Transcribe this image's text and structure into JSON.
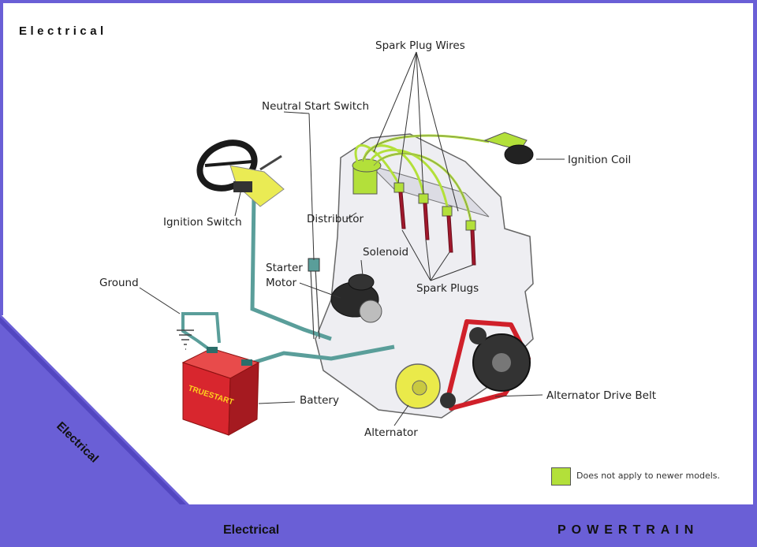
{
  "header": {
    "title": "Electrical"
  },
  "footer": {
    "left": "Electrical",
    "right": "POWERTRAIN"
  },
  "side_tag": "Electrical",
  "battery_brand": "TRUESTART",
  "labels": {
    "spark_plug_wires": "Spark Plug Wires",
    "neutral_start_switch": "Neutral Start Switch",
    "ignition_coil": "Ignition Coil",
    "ignition_switch": "Ignition Switch",
    "distributor": "Distributor",
    "ground": "Ground",
    "solenoid": "Solenoid",
    "starter_motor_1": "Starter",
    "starter_motor_2": "Motor",
    "spark_plugs": "Spark Plugs",
    "battery": "Battery",
    "alternator_drive_belt": "Alternator Drive Belt",
    "alternator": "Alternator"
  },
  "legend": {
    "text": "Does not apply to newer models.",
    "color": "#b3e03a"
  },
  "colors": {
    "frame": "#6a5fd6",
    "cable": "#5a9e9a",
    "highlight": "#b3e03a",
    "battery": "#d8262e",
    "belt": "#d0202a"
  }
}
